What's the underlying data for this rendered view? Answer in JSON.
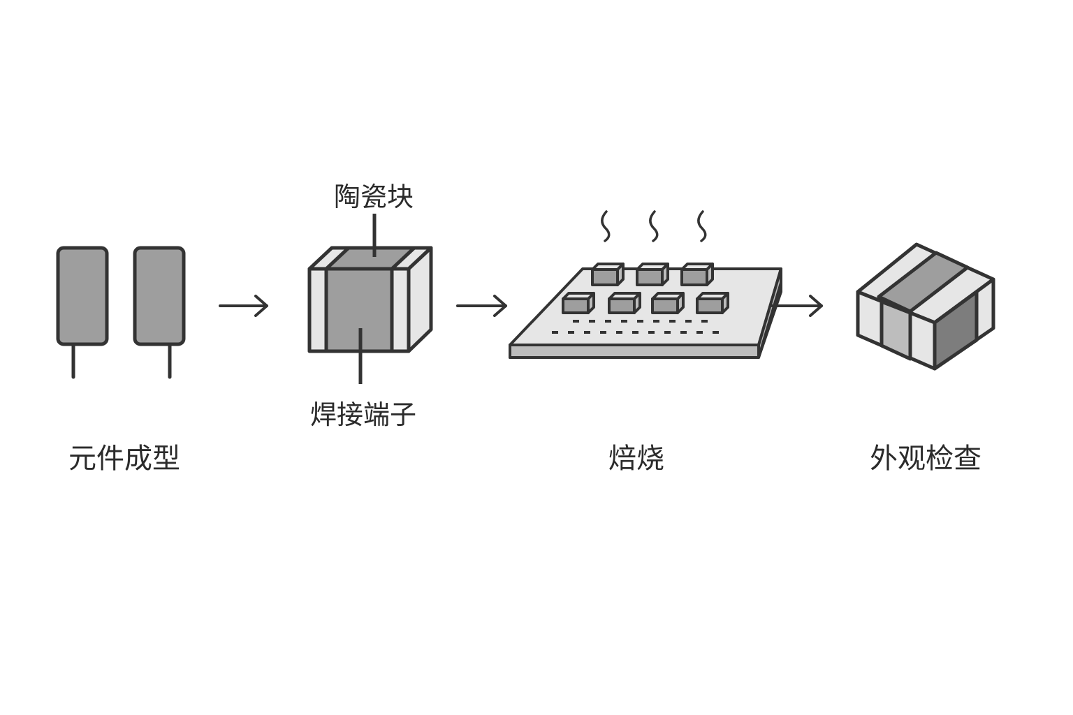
{
  "steps": [
    {
      "id": "forming",
      "label": "元件成型"
    },
    {
      "id": "terminals",
      "label": ""
    },
    {
      "id": "baking",
      "label": "焙烧"
    },
    {
      "id": "inspection",
      "label": "外观检查"
    }
  ],
  "callouts": {
    "ceramic_block": "陶瓷块",
    "solder_terminal": "焊接端子"
  },
  "colors": {
    "outline": "#333333",
    "dark_fill": "#9e9e9e",
    "light_fill": "#e6e6e6",
    "mid_fill": "#bdbdbd",
    "darker_fill": "#7d7d7d"
  }
}
